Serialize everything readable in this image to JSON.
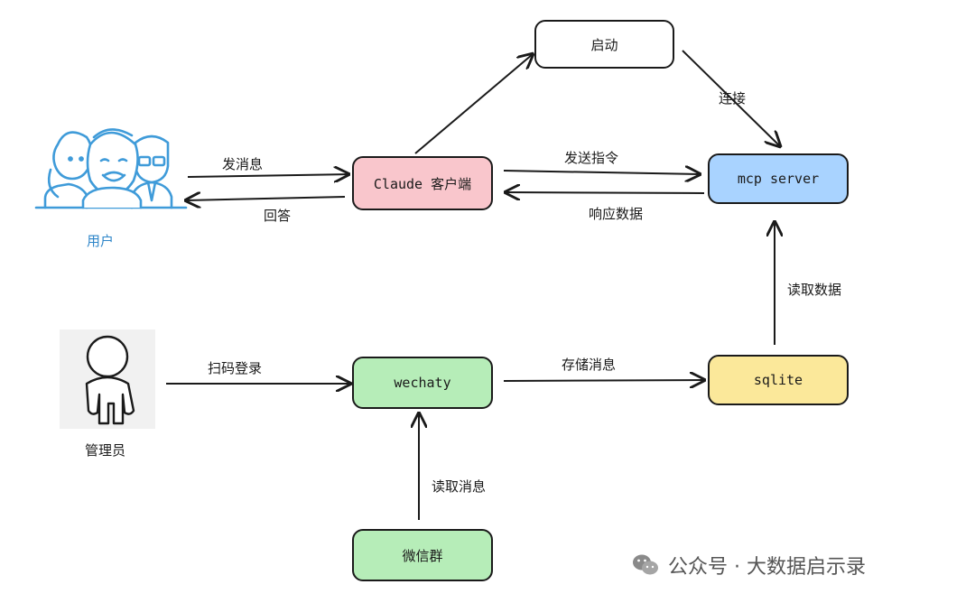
{
  "nodes": {
    "qidong": "启动",
    "claude": "Claude 客户端",
    "mcp": "mcp server",
    "wechaty": "wechaty",
    "sqlite": "sqlite",
    "weixinqun": "微信群"
  },
  "actors": {
    "user": "用户",
    "admin": "管理员"
  },
  "edges": {
    "send_msg": "发消息",
    "reply": "回答",
    "send_cmd": "发送指令",
    "resp_data": "响应数据",
    "connect": "连接",
    "read_data": "读取数据",
    "scan_login": "扫码登录",
    "store_msg": "存储消息",
    "read_msg": "读取消息"
  },
  "watermark": "公众号 · 大数据启示录",
  "colors": {
    "claude": "#f9c6cc",
    "mcp": "#a9d3ff",
    "wechaty": "#b6edb8",
    "sqlite": "#fbe89a",
    "weixinqun": "#b6edb8",
    "qidong": "#ffffff",
    "user_icon": "#4aa3df"
  }
}
